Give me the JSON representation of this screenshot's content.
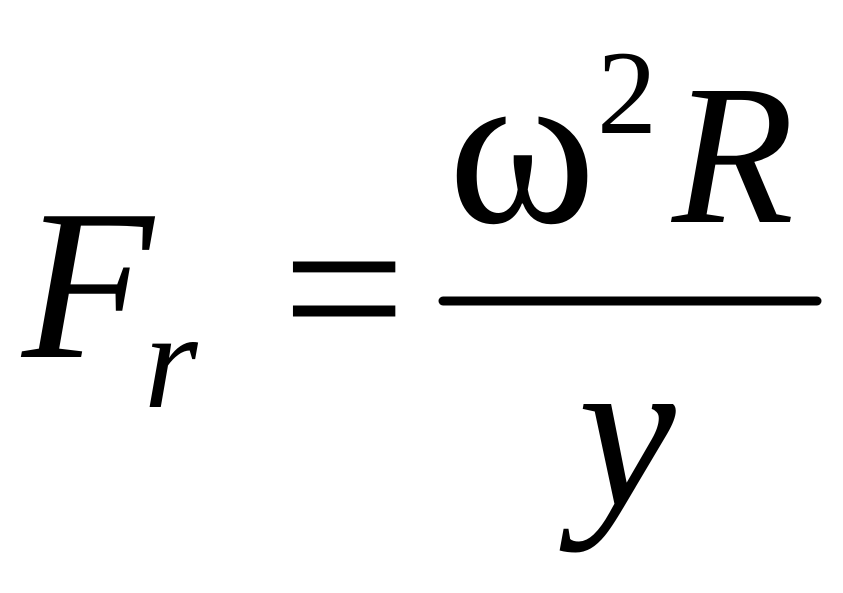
{
  "formula": {
    "lhs": {
      "symbol": "F",
      "subscript": "r"
    },
    "operator": "=",
    "numerator": {
      "base": "ω",
      "exponent": "2",
      "factor": "R"
    },
    "denominator": "y"
  },
  "colors": {
    "ink": "#000000",
    "background": "#ffffff"
  }
}
